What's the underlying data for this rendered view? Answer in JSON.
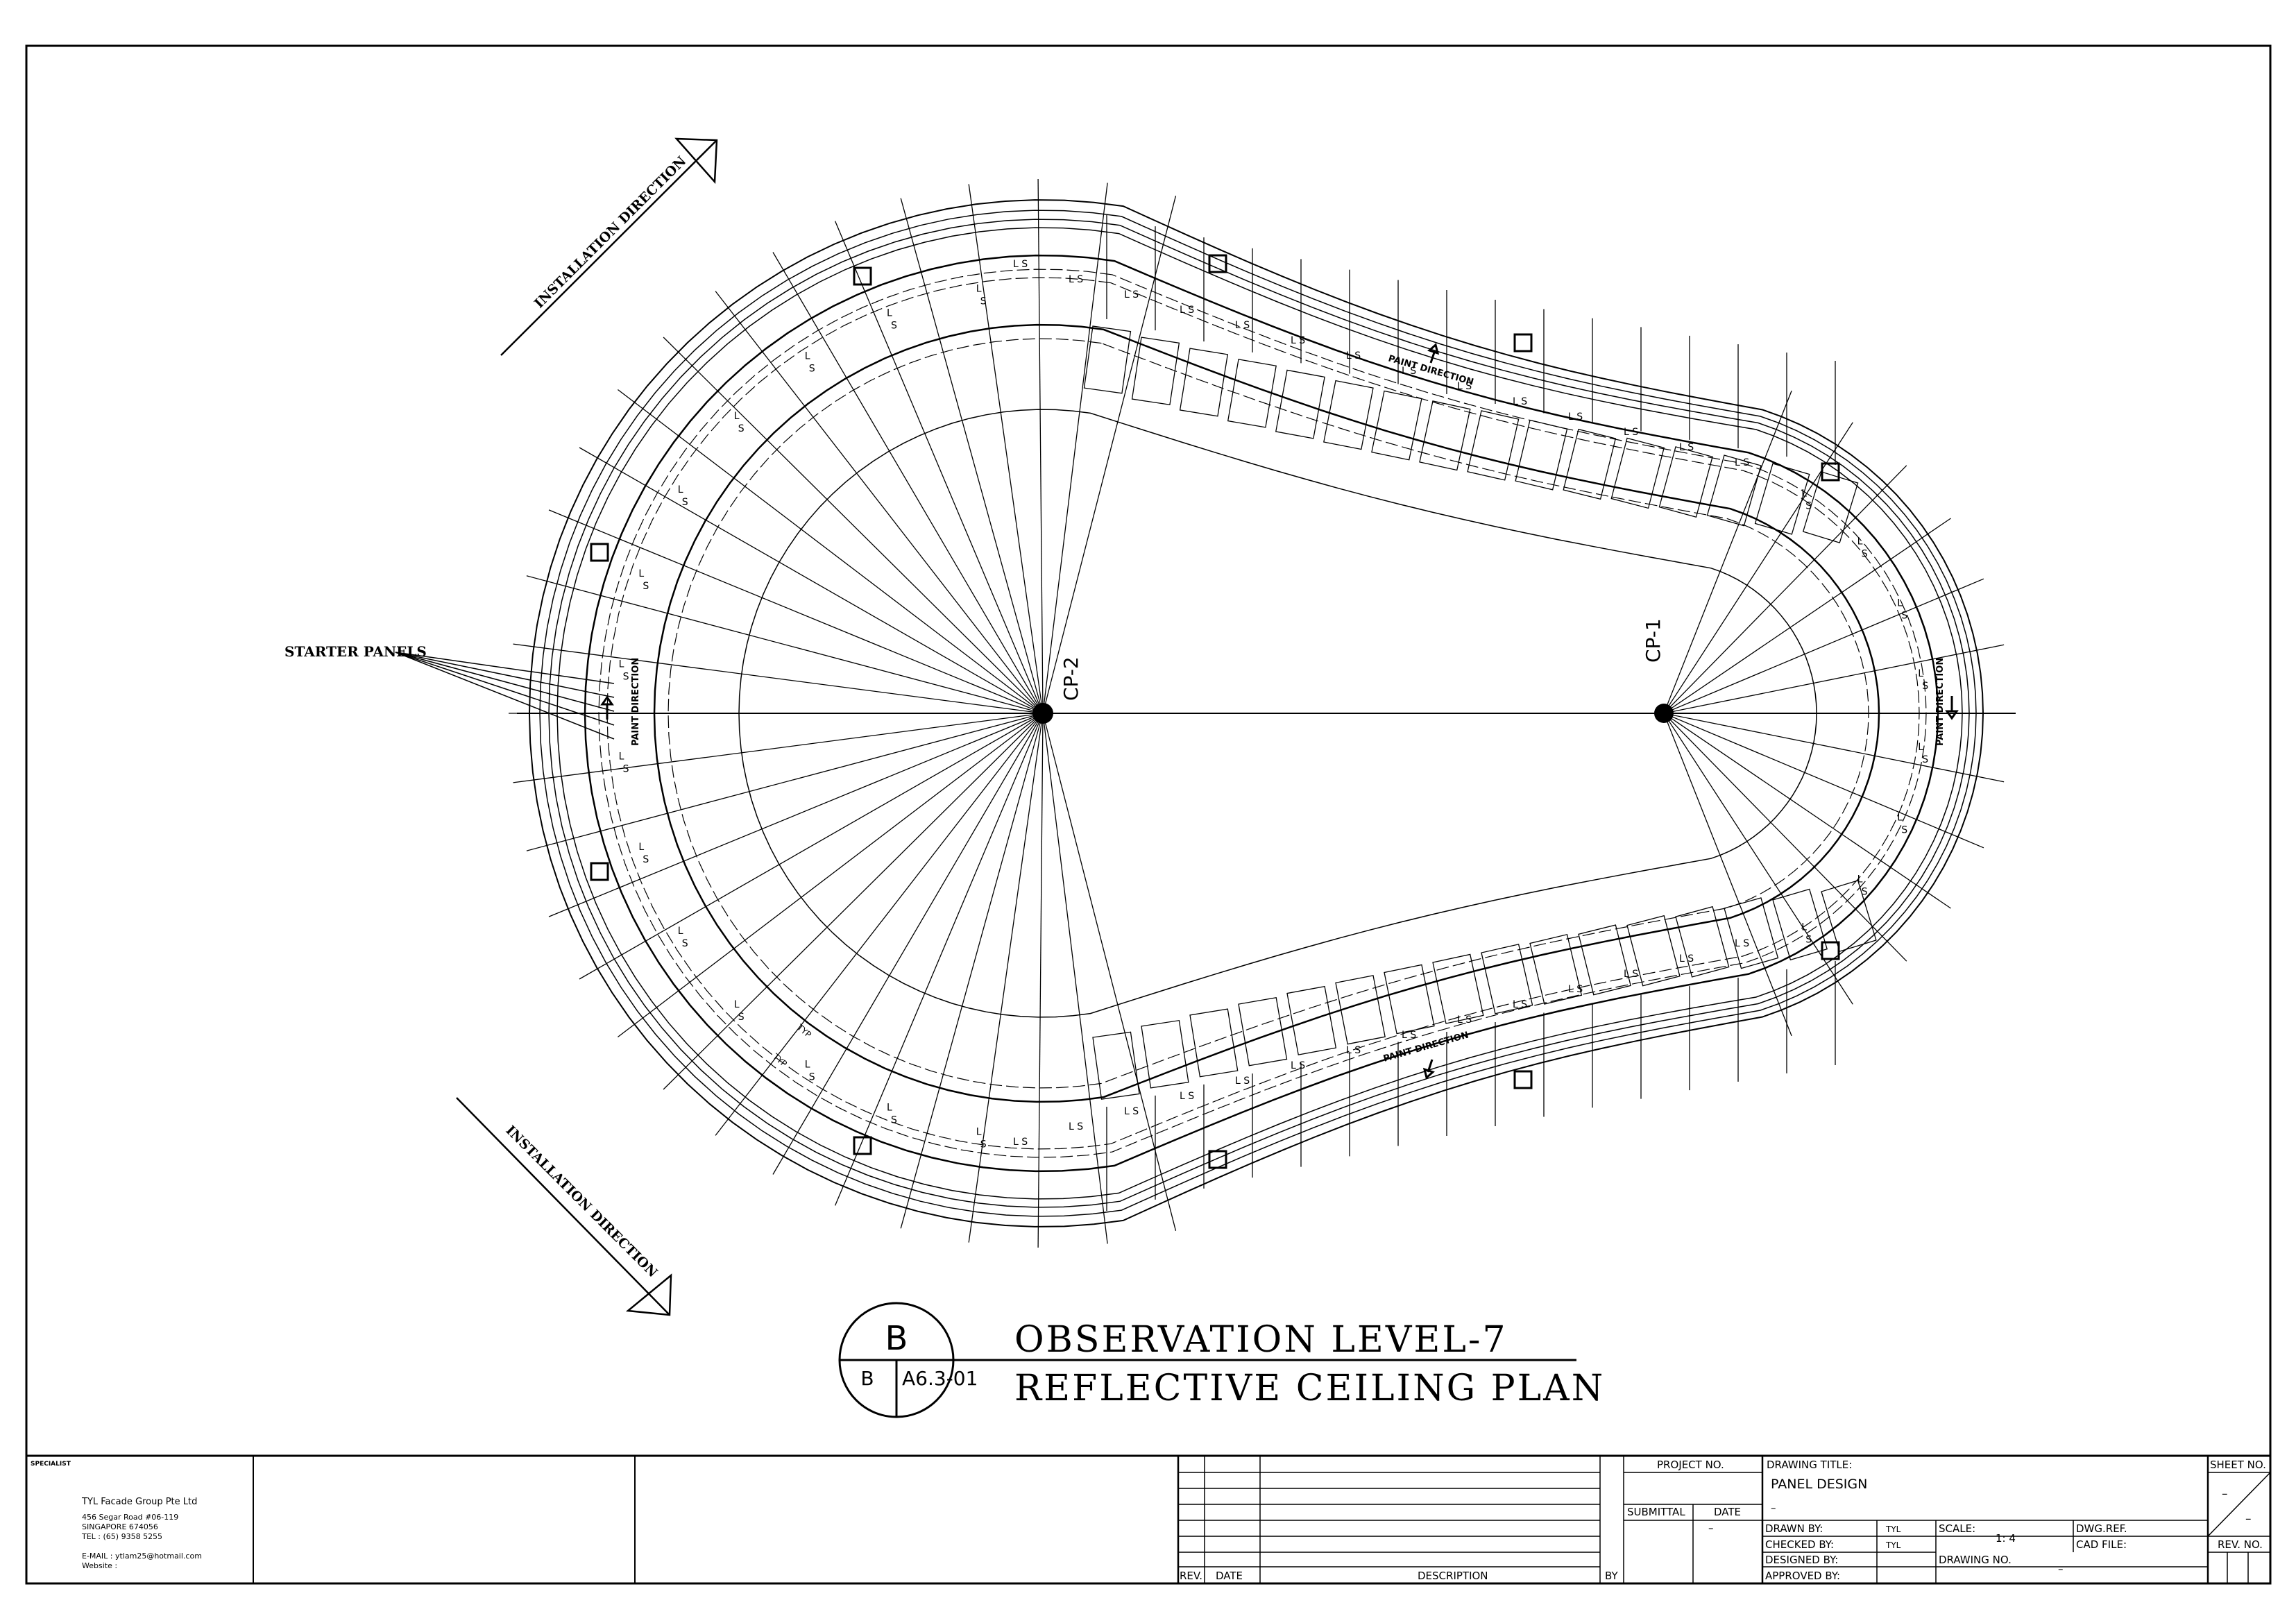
{
  "plan": {
    "installation_label": "INSTALLATION DIRECTION",
    "starter_label": "STARTER PANELS",
    "paint_label": "PAINT DIRECTION",
    "cp1": "CP-1",
    "cp2": "CP-2",
    "mark_l": "L",
    "mark_s": "S",
    "mark_ls": "L S",
    "mark_typ": "TYP"
  },
  "callout": {
    "letter": "B",
    "sub_letter": "B",
    "sheet_ref": "A6.3-01",
    "title_line1": "OBSERVATION LEVEL-7",
    "title_line2": "REFLECTIVE CEILING PLAN"
  },
  "title_block": {
    "specialist_label": "SPECIALIST",
    "company": "TYL Facade Group Pte Ltd",
    "address1": "456 Segar Road #06-119",
    "address2": "SINGAPORE 674056",
    "tel": "TEL : (65) 9358 5255",
    "email": "E-MAIL : ytlam25@hotmail.com",
    "website": "Website :",
    "rev_header": "REV.",
    "date_header": "DATE",
    "description_header": "DESCRIPTION",
    "by_header": "BY",
    "project_no_label": "PROJECT NO.",
    "submittal_label": "SUBMITTAL",
    "date_label": "DATE",
    "dash": "–",
    "drawing_title_label": "DRAWING TITLE:",
    "drawing_title": "PANEL DESIGN",
    "drawing_title_dash": "–",
    "drawn_by_label": "DRAWN BY:",
    "drawn_by": "TYL",
    "checked_by_label": "CHECKED BY:",
    "checked_by": "TYL",
    "designed_by_label": "DESIGNED BY:",
    "approved_by_label": "APPROVED BY:",
    "scale_label": "SCALE:",
    "scale": "1: 4",
    "drawing_no_label": "DRAWING NO.",
    "drawing_no": "–",
    "dwg_ref_label": "DWG.REF.",
    "cad_file_label": "CAD FILE:",
    "sheet_no_label": "SHEET NO.",
    "sheet_top": "–",
    "sheet_bottom": "–",
    "rev_no_label": "REV. NO."
  }
}
